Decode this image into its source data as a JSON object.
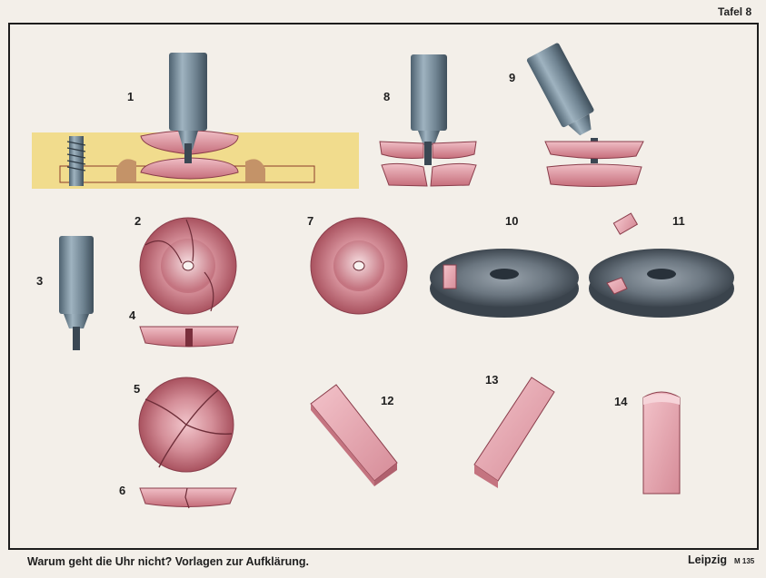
{
  "header": {
    "plate": "Tafel 8"
  },
  "figures": [
    "1",
    "2",
    "3",
    "4",
    "5",
    "6",
    "7",
    "8",
    "9",
    "10",
    "11",
    "12",
    "13",
    "14"
  ],
  "footer": {
    "caption": "Warum geht die Uhr nicht? Vorlagen zur Aufklärung.",
    "place": "Leipzig",
    "code": "M 135"
  },
  "colors": {
    "paper": "#f3efe9",
    "jewel": "#d98f9a",
    "jewel_dark": "#8a3d4b",
    "steel": "#6f8391",
    "plate_wood": "#f1dc8d",
    "disc": "#5b6670"
  }
}
